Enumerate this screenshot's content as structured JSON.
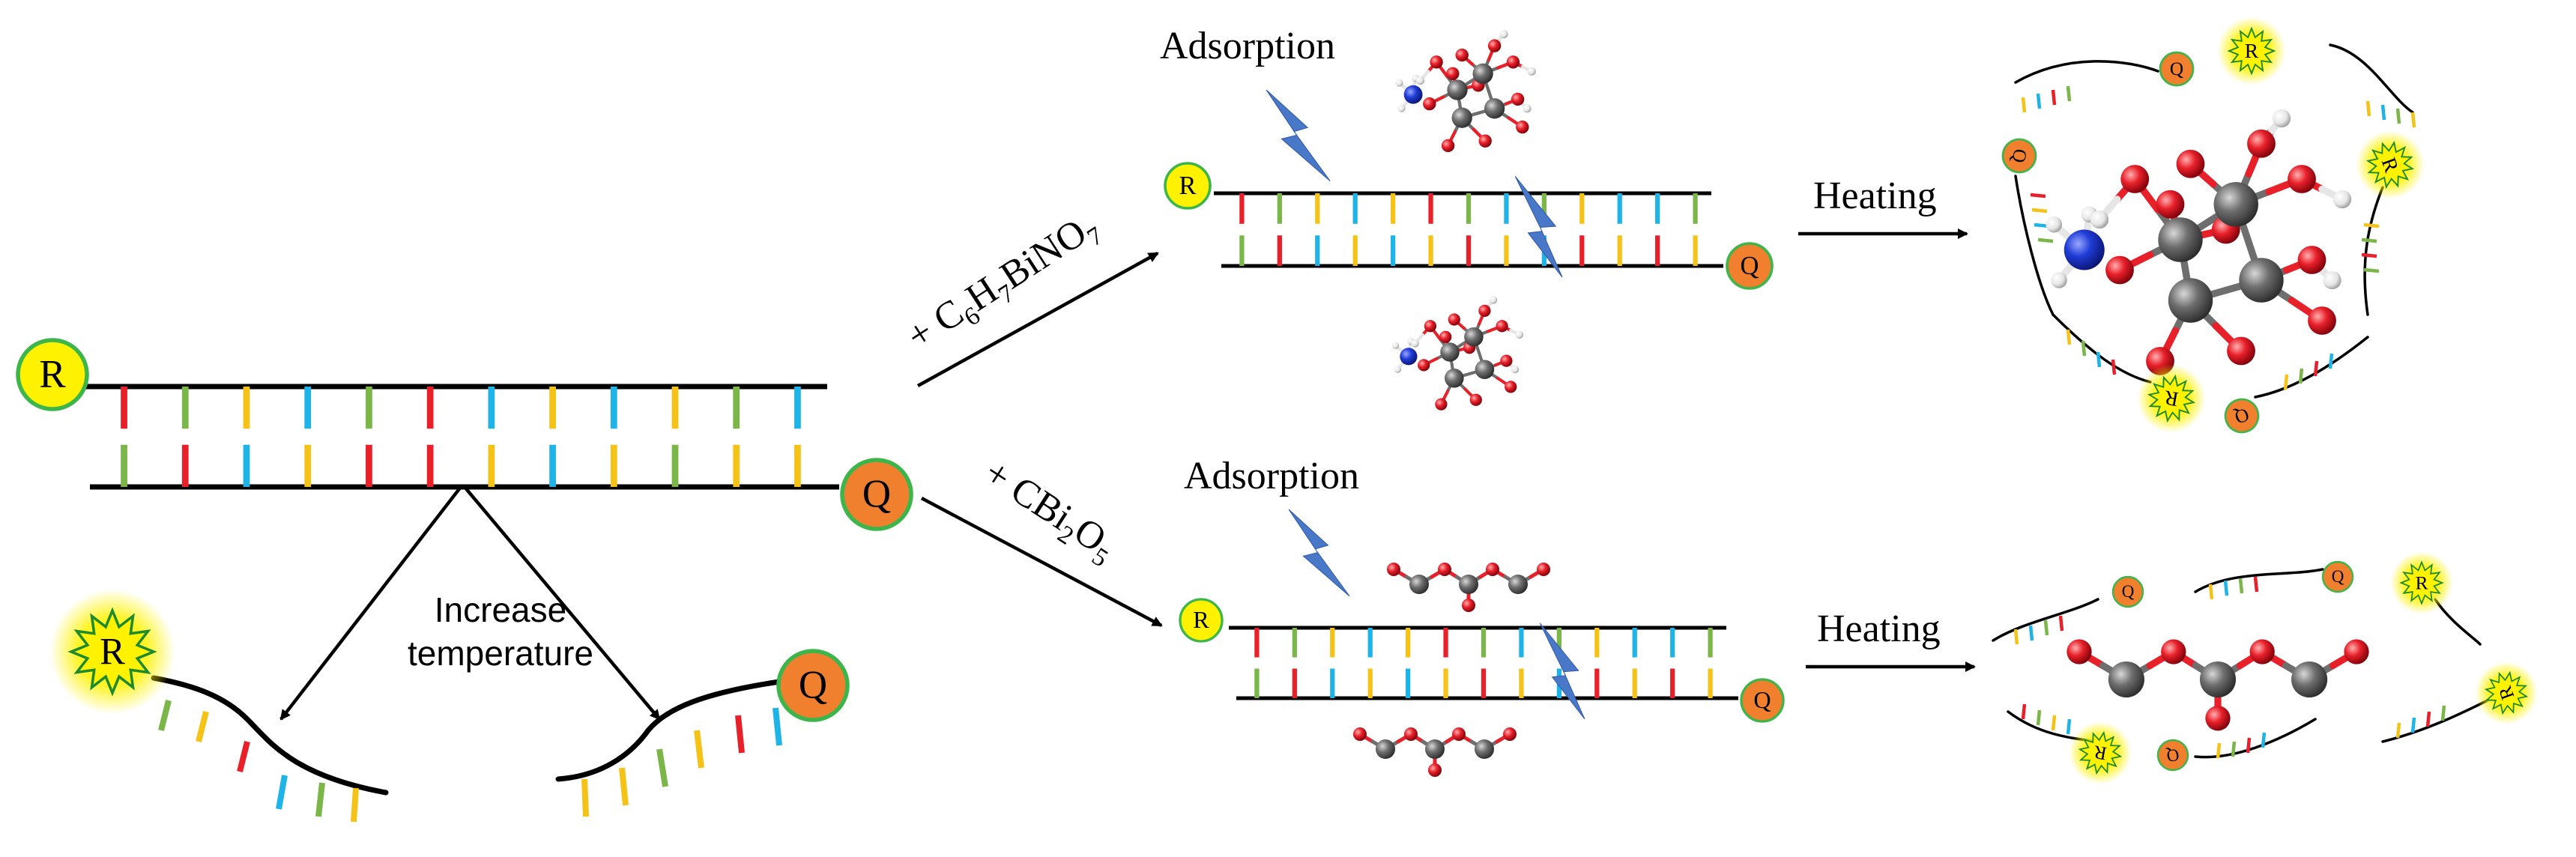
{
  "labels": {
    "reporter": "R",
    "quencher": "Q",
    "increase_line1": "Increase",
    "increase_line2": "temperature",
    "reagent1_prefix": "+ C",
    "reagent1_sub1": "6",
    "reagent1_mid1": "H",
    "reagent1_sub2": "7",
    "reagent1_mid2": "BiNO",
    "reagent1_sub3": "7",
    "reagent2_prefix": "+ CBi",
    "reagent2_sub1": "2",
    "reagent2_mid1": "O",
    "reagent2_sub2": "5",
    "adsorption": "Adsorption",
    "heating": "Heating"
  },
  "colors": {
    "base_red": "#e8202a",
    "base_green": "#7ab648",
    "base_blue": "#1fb4e8",
    "base_yellow": "#f5c218",
    "reporter_fill": "#fff200",
    "quencher_fill": "#f07f2e",
    "ring": "#3cb64a",
    "lightning": "#4a78c8",
    "oxygen": "#e8202a",
    "carbon": "#6e6e6e",
    "nitrogen": "#1f3cd6",
    "hydrogen": "#e6e6e6"
  }
}
